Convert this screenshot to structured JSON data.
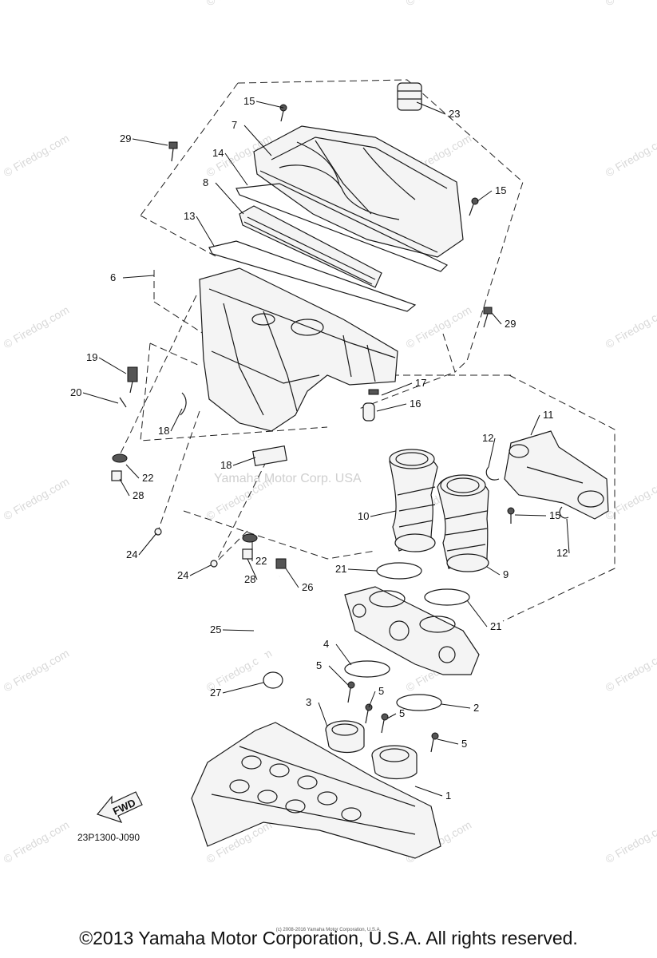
{
  "diagram": {
    "code": "23P1300-J090",
    "fwd_label": "FWD",
    "center_watermark": "Yamaha Motor Corp. USA"
  },
  "watermark": {
    "text": "© Firedog.com",
    "color": "#d9d9d9"
  },
  "footer": {
    "copyright": "©2013 Yamaha Motor Corporation, U.S.A. All rights reserved.",
    "tiny_credit": "(c) 2008-2016 Yamaha Motor Corporation, U.S.A."
  },
  "part_labels": [
    {
      "id": "p15a",
      "text": "15"
    },
    {
      "id": "p23",
      "text": "23"
    },
    {
      "id": "p29a",
      "text": "29"
    },
    {
      "id": "p7",
      "text": "7"
    },
    {
      "id": "p14",
      "text": "14"
    },
    {
      "id": "p15b",
      "text": "15"
    },
    {
      "id": "p8",
      "text": "8"
    },
    {
      "id": "p13",
      "text": "13"
    },
    {
      "id": "p6",
      "text": "6"
    },
    {
      "id": "p29b",
      "text": "29"
    },
    {
      "id": "p19",
      "text": "19"
    },
    {
      "id": "p17",
      "text": "17"
    },
    {
      "id": "p20",
      "text": "20"
    },
    {
      "id": "p16",
      "text": "16"
    },
    {
      "id": "p11",
      "text": "11"
    },
    {
      "id": "p18a",
      "text": "18"
    },
    {
      "id": "p12a",
      "text": "12"
    },
    {
      "id": "p18b",
      "text": "18"
    },
    {
      "id": "p22a",
      "text": "22"
    },
    {
      "id": "p28a",
      "text": "28"
    },
    {
      "id": "p10",
      "text": "10"
    },
    {
      "id": "p15c",
      "text": "15"
    },
    {
      "id": "p24a",
      "text": "24"
    },
    {
      "id": "p12b",
      "text": "12"
    },
    {
      "id": "p22b",
      "text": "22"
    },
    {
      "id": "p24b",
      "text": "24"
    },
    {
      "id": "p28b",
      "text": "28"
    },
    {
      "id": "p26",
      "text": "26"
    },
    {
      "id": "p21a",
      "text": "21"
    },
    {
      "id": "p9",
      "text": "9"
    },
    {
      "id": "p25",
      "text": "25"
    },
    {
      "id": "p21b",
      "text": "21"
    },
    {
      "id": "p4",
      "text": "4"
    },
    {
      "id": "p5a",
      "text": "5"
    },
    {
      "id": "p5b",
      "text": "5"
    },
    {
      "id": "p27",
      "text": "27"
    },
    {
      "id": "p3",
      "text": "3"
    },
    {
      "id": "p2",
      "text": "2"
    },
    {
      "id": "p5c",
      "text": "5"
    },
    {
      "id": "p5d",
      "text": "5"
    },
    {
      "id": "p1",
      "text": "1"
    }
  ]
}
